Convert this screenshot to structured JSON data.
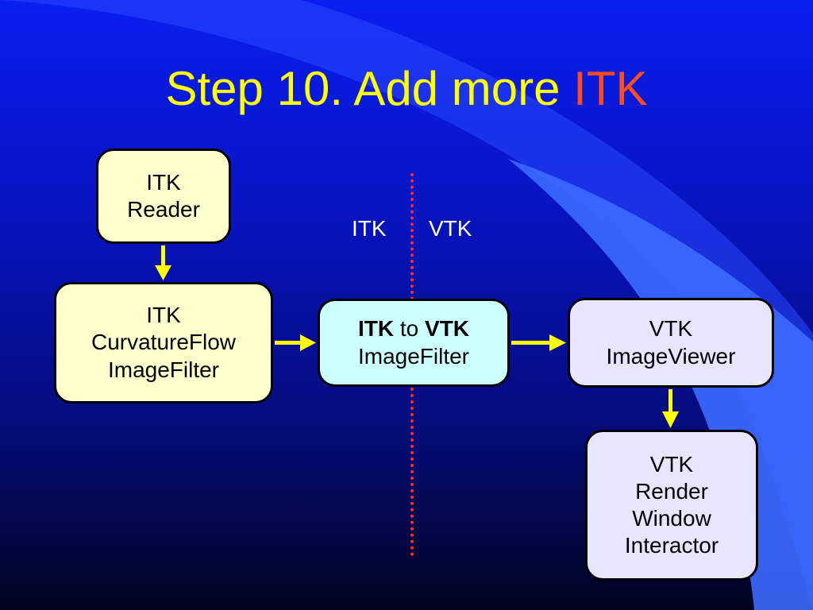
{
  "slide": {
    "title_main": "Step 10. Add more ",
    "title_accent": "ITK",
    "label_itk": "ITK",
    "label_vtk": "VTK"
  },
  "boxes": {
    "itk_reader": [
      "ITK",
      "Reader"
    ],
    "curvature": [
      "ITK",
      "CurvatureFlow",
      "ImageFilter"
    ],
    "bridge": {
      "part1": "ITK",
      "part2": "to",
      "part3": "VTK",
      "line2": "ImageFilter"
    },
    "viewer": [
      "VTK",
      "ImageViewer"
    ],
    "interactor": [
      "VTK",
      "Render",
      "Window",
      "Interactor"
    ]
  },
  "colors": {
    "title": "#ffff00",
    "accent": "#ff4d1a",
    "arrow": "#ffff00",
    "divider": "#ff2a2a",
    "itk_box": "#ffffcc",
    "bridge_box": "#ccffff",
    "vtk_box": "#e6e6ff"
  }
}
